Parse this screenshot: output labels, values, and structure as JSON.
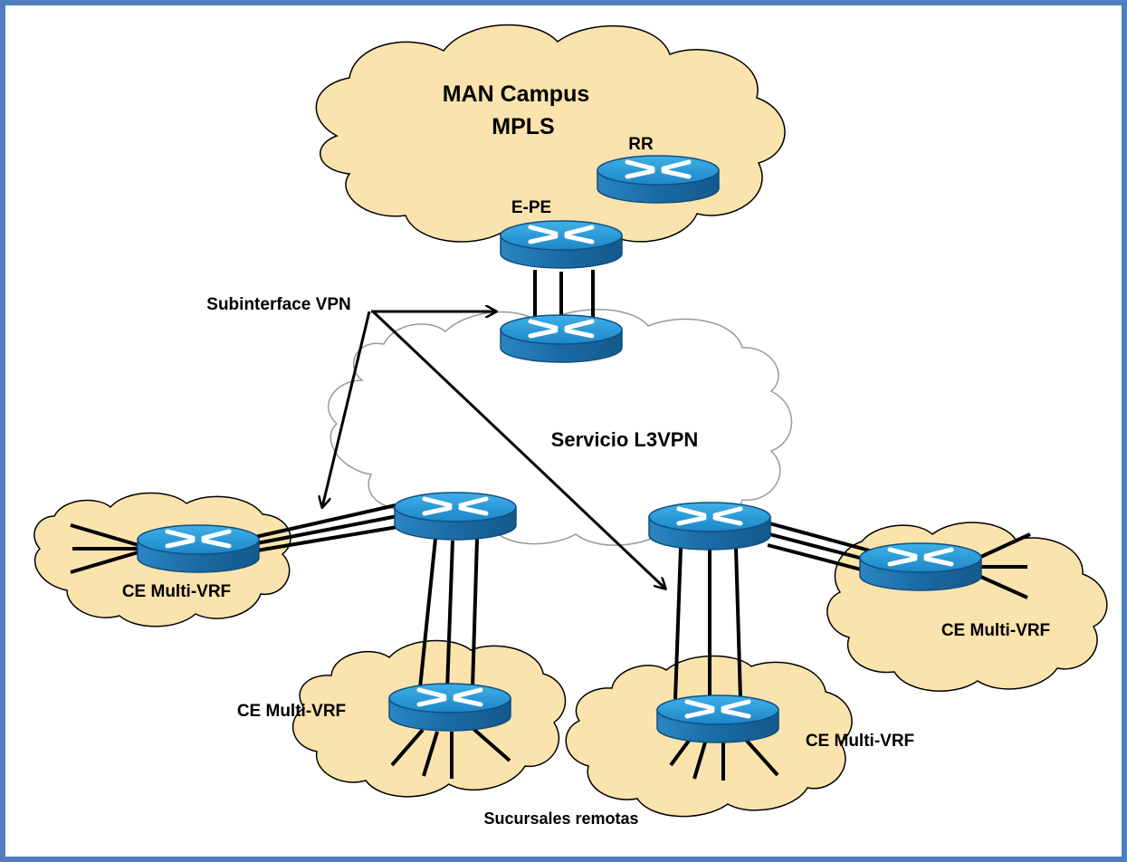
{
  "labels": {
    "man_title_line1": "MAN Campus",
    "man_title_line2": "MPLS",
    "rr": "RR",
    "epe": "E-PE",
    "subinterface": "Subinterface VPN",
    "service": "Servicio L3VPN",
    "ce_left": "CE Multi-VRF",
    "ce_bottom_left": "CE Multi-VRF",
    "ce_bottom_right": "CE Multi-VRF",
    "ce_right": "CE Multi-VRF",
    "remote": "Sucursales remotas"
  },
  "icons": [
    "router-icon"
  ],
  "colors": {
    "border": "#4f7fbf",
    "cloud_tan": "#fbe3ad",
    "cloud_white": "#ffffff",
    "router_top": "#2f9dd8",
    "router_side": "#1f6fa8",
    "line": "#000000"
  }
}
